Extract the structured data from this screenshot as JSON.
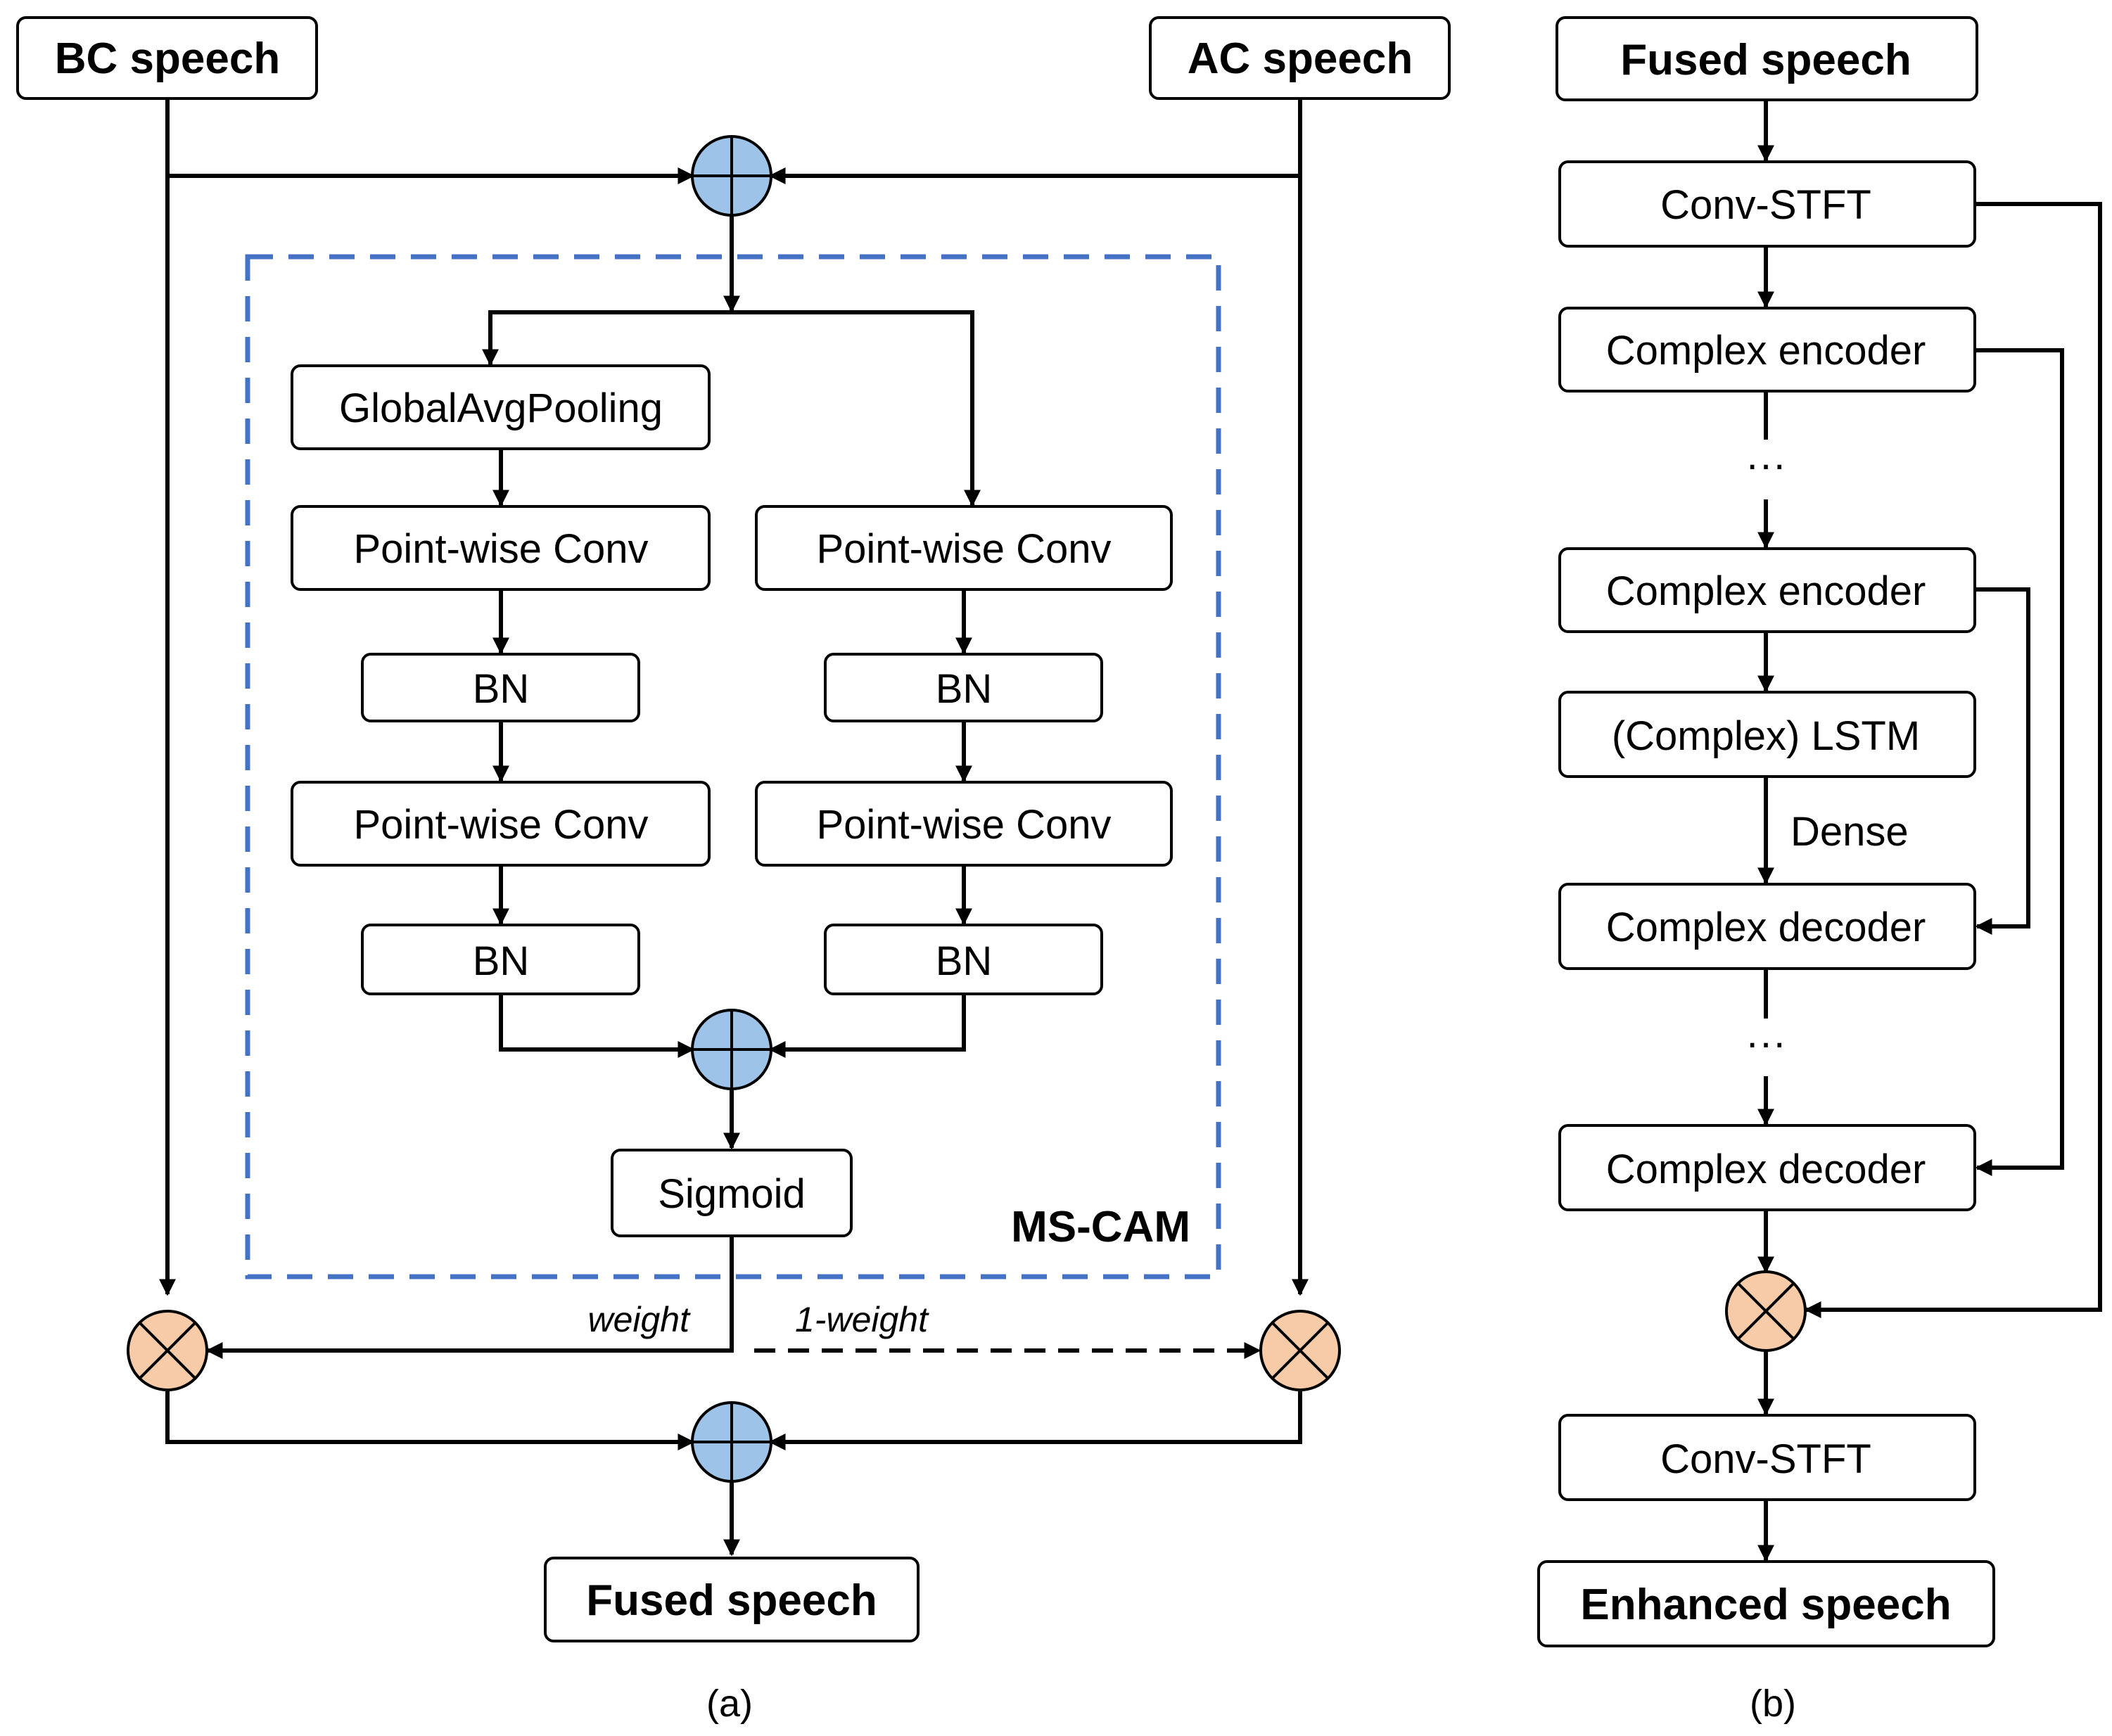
{
  "panel_a": {
    "bc_speech": "BC speech",
    "ac_speech": "AC speech",
    "global_avg_pooling": "GlobalAvgPooling",
    "left_conv_1": "Point-wise Conv",
    "left_bn_1": "BN",
    "left_conv_2": "Point-wise Conv",
    "left_bn_2": "BN",
    "right_conv_1": "Point-wise Conv",
    "right_bn_1": "BN",
    "right_conv_2": "Point-wise Conv",
    "right_bn_2": "BN",
    "sigmoid": "Sigmoid",
    "ms_cam": "MS-CAM",
    "weight": "weight",
    "one_minus_weight": "1-weight",
    "fused_speech": "Fused speech",
    "caption": "(a)"
  },
  "panel_b": {
    "fused_speech": "Fused speech",
    "conv_stft_top": "Conv-STFT",
    "encoder_1": "Complex encoder",
    "ellipsis_1": "···",
    "encoder_2": "Complex encoder",
    "lstm": "(Complex) LSTM",
    "dense": "Dense",
    "decoder_1": "Complex decoder",
    "ellipsis_2": "···",
    "decoder_2": "Complex decoder",
    "conv_stft_bottom": "Conv-STFT",
    "enhanced_speech": "Enhanced speech",
    "caption": "(b)"
  },
  "colors": {
    "ms_cam_border": "#4472c4",
    "add_node_fill": "#9ec3e8",
    "multiply_node_fill": "#f7cba8"
  },
  "icons": {
    "add_node": "circle-plus-icon",
    "multiply_node": "circle-times-icon"
  }
}
